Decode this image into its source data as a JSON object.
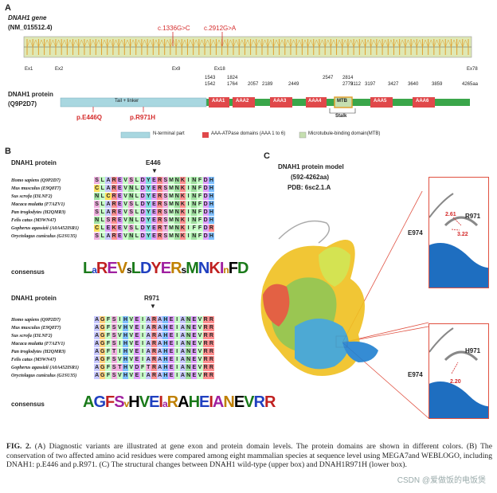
{
  "panelA": {
    "letter": "A",
    "gene_title_html": "DNAH1 gene",
    "gene_acc": "(NM_015512.4)",
    "variants": [
      "c.1336G>C",
      "c.2912G>A"
    ],
    "exons": [
      "Ex1",
      "Ex2",
      "Ex9",
      "Ex18",
      "Ex78"
    ],
    "protein_title": "DNAH1 protein",
    "protein_acc": "(Q9P2D7)",
    "positions_top": [
      "1543",
      "1824",
      "2547",
      "2814"
    ],
    "positions_bottom": [
      "1542",
      "1764",
      "2057",
      "2189",
      "2449",
      "2779",
      "3112",
      "3197",
      "3427",
      "3640",
      "3859",
      "4265aa"
    ],
    "tail_label": "Tail + linker",
    "domains": [
      "AAA1",
      "AAA2",
      "AAA3",
      "AAA4",
      "MTB",
      "AAA5",
      "AAA6"
    ],
    "stalk": "Stalk",
    "protein_variants": [
      "p.E446Q",
      "p.R971H"
    ],
    "legend": [
      "N-terminal part",
      "AAA-ATPase domains (AAA 1 to 6)",
      "Microtubule-binding domain(MTB)"
    ],
    "colors": {
      "nterm": "#a8d7e0",
      "aaa": "#e0484a",
      "mtb": "#c6dfb0",
      "green": "#3aa64a",
      "gene": "#dfe8b4"
    }
  },
  "panelB": {
    "letter": "B",
    "block1": {
      "title": "DNAH1 protein",
      "residue": "E446",
      "species": [
        "Homo sapiens (Q9P2D7)",
        "Mus musculus (E9Q8T7)",
        "Sus scrofa (I3LNF2)",
        "Macaca mulatta (F7AZV1)",
        "Pan troglodytes (H2QMR3)",
        "Felis catus (M3WN47)",
        "Gopherus agassizii (A0A452ISR1)",
        "Oryctolagus cuniculus (G1SU35)"
      ],
      "seqs": [
        "SLAREVSLDYERSMNKINFDH",
        "CLAREVNLDYERSMNKINFDH",
        "NLCREVNLDYERSMNKINFDH",
        "SLAREVSLDYERSMNKINFDH",
        "SLAREVSLDYERSMNKINFDH",
        "NLSREVNLDYERSMNKINFDH",
        "CLEKEVSLDYERTMNKIFFDR",
        "SLAREVNLDYERSMNKINFDH"
      ],
      "consensus_label": "consensus",
      "consensus_text": "LaREVsLDYERsMNKInFD"
    },
    "block2": {
      "title": "DNAH1 protein",
      "residue": "R971",
      "species": [
        "Homo sapiens (Q9P2D7)",
        "Mus musculus (E9Q8T7)",
        "Sus scrofa (I3LNF2)",
        "Macaca mulatta (F7AZV1)",
        "Pan troglodytes (H2QMR3)",
        "Felis catus (M3WN47)",
        "Gopherus agassizii (A0A452ISR1)",
        "Oryctolagus cuniculus (G1SU35)"
      ],
      "seqs": [
        "AGFSIHVEIARAHEIANEVRR",
        "AGFSVHVEIARAHEIANEVRR",
        "AGFSVHVEIARAHEIANEVRR",
        "AGFSIHVEIARAHEIANEVRR",
        "AGFTIHVEIARAHEIANEVRR",
        "AGFSVHVEIARAHEIANEVRR",
        "AGFSTHVDFTRAHEIANEVRR",
        "AGFSVHVEIARAHEIANEVRR"
      ],
      "consensus_label": "consensus",
      "consensus_text": "AGFSvHVEIaRAHEIANEVRR"
    }
  },
  "panelC": {
    "letter": "C",
    "title": "DNAH1 protein model",
    "range": "(592-4262aa)",
    "pdb": "PDB: 6sc2.1.A",
    "upper": {
      "dist1": "2.61",
      "dist2": "3.22",
      "res1": "R971",
      "res2": "E974"
    },
    "lower": {
      "dist1": "2.20",
      "res1": "H971",
      "res2": "E974"
    }
  },
  "caption": {
    "fig": "FIG. 2.",
    "text": "(A) Diagnostic variants are illustrated at gene exon and protein domain levels. The protein domains are shown in different colors. (B) The conservation of two affected amino acid residues were compared among eight mammalian species at sequence level using MEGA7and WEBLOGO, including DNAH1: p.E446 and p.R971. (C) The structural changes between DNAH1 wild-type (upper box) and DNAH1R971H (lower box)."
  },
  "watermark": "CSDN @爱做饭的电饭煲"
}
